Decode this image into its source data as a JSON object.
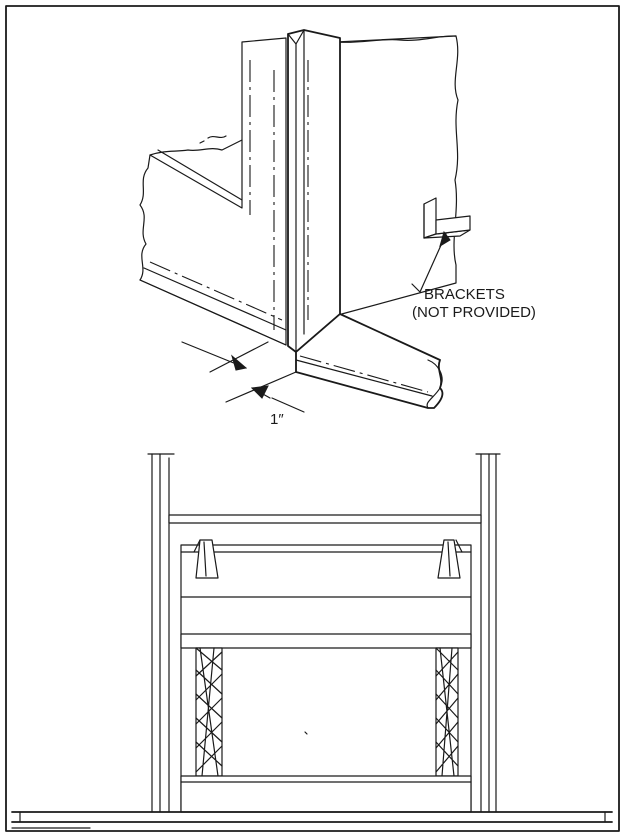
{
  "labels": {
    "brackets_line1": "BRACKETS",
    "brackets_line2": "(NOT PROVIDED)",
    "dimension": "1″"
  },
  "colors": {
    "ink": "#1a1a1a",
    "paper": "#ffffff"
  }
}
